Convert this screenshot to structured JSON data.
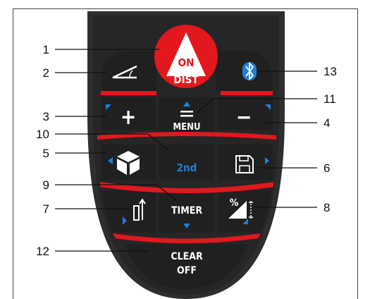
{
  "diagram": {
    "colors": {
      "body": "#2e2e2e",
      "button": "#232323",
      "accent_red": "#e3171e",
      "accent_blue": "#1e7fd6",
      "text": "#ffffff",
      "line": "#111111"
    },
    "buttons": {
      "on_dist": {
        "line1": "ON",
        "line2": "DIST"
      },
      "area_volume_icon": "triangle-measure-icon",
      "bluetooth_icon": "bluetooth-icon",
      "plus": {
        "label": "+"
      },
      "menu": {
        "label": "MENU"
      },
      "minus": {
        "label": "−"
      },
      "volume_icon": "cube-icon",
      "second": {
        "label": "2nd"
      },
      "save_icon": "floppy-disk-icon",
      "reference_icon": "stake-out-icon",
      "timer": {
        "label": "TIMER"
      },
      "percent": {
        "label": "%"
      },
      "clear_off": {
        "line1": "CLEAR",
        "line2": "OFF"
      }
    },
    "callouts": [
      {
        "id": "c1",
        "number": "1"
      },
      {
        "id": "c2",
        "number": "2"
      },
      {
        "id": "c3",
        "number": "3"
      },
      {
        "id": "c4",
        "number": "4"
      },
      {
        "id": "c5",
        "number": "5"
      },
      {
        "id": "c6",
        "number": "6"
      },
      {
        "id": "c7",
        "number": "7"
      },
      {
        "id": "c8",
        "number": "8"
      },
      {
        "id": "c9",
        "number": "9"
      },
      {
        "id": "c10",
        "number": "10"
      },
      {
        "id": "c11",
        "number": "11"
      },
      {
        "id": "c12",
        "number": "12"
      },
      {
        "id": "c13",
        "number": "13"
      }
    ]
  }
}
